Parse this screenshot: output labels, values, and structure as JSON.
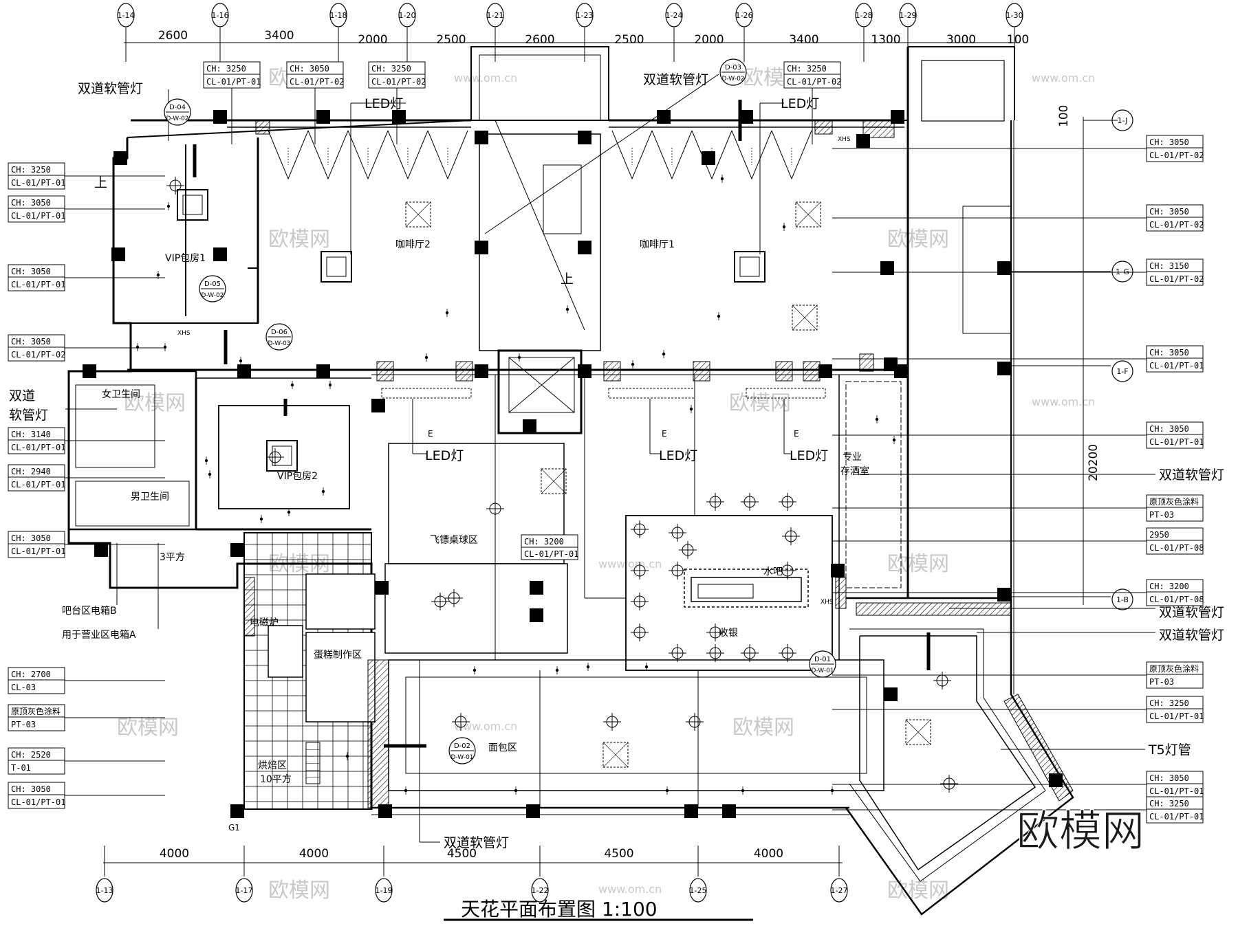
{
  "title": "天花平面布置图 1:100",
  "top_grid": [
    {
      "id": "1-14"
    },
    {
      "id": "1-16"
    },
    {
      "id": "1-18"
    },
    {
      "id": "1-20"
    },
    {
      "id": "1-21"
    },
    {
      "id": "1-23"
    },
    {
      "id": "1-24"
    },
    {
      "id": "1-26"
    },
    {
      "id": "1-28"
    },
    {
      "id": "1-29"
    },
    {
      "id": "1-30"
    }
  ],
  "top_dims": [
    "2600",
    "3400",
    "2000",
    "2500",
    "2600",
    "2500",
    "2000",
    "3400",
    "1300",
    "3000",
    "100"
  ],
  "bottom_grid": [
    {
      "id": "1-13"
    },
    {
      "id": "1-17"
    },
    {
      "id": "1-19"
    },
    {
      "id": "1-22"
    },
    {
      "id": "1-25"
    },
    {
      "id": "1-27"
    }
  ],
  "bottom_dims": [
    "4000",
    "4000",
    "4500",
    "4500",
    "4000"
  ],
  "right_grid": [
    {
      "id": "1-J"
    },
    {
      "id": "1-G"
    },
    {
      "id": "1-F"
    },
    {
      "id": "1-B"
    }
  ],
  "right_dims": [
    "100",
    "20200"
  ],
  "left_tags": [
    {
      "a": "CH: 3250",
      "b": "CL-01/PT-01"
    },
    {
      "a": "CH: 3050",
      "b": "CL-01/PT-01"
    },
    {
      "a": "CH: 3050",
      "b": "CL-01/PT-01"
    },
    {
      "a": "CH: 3050",
      "b": "CL-01/PT-02"
    },
    {
      "a": "CH: 3140",
      "b": "CL-01/PT-01"
    },
    {
      "a": "CH: 2940",
      "b": "CL-01/PT-01"
    },
    {
      "a": "CH: 3050",
      "b": "CL-01/PT-01"
    },
    {
      "a": "CH: 2700",
      "b": "CL-03"
    },
    {
      "a": "原顶灰色涂料",
      "b": "PT-03"
    },
    {
      "a": "CH: 2520",
      "b": "T-01"
    },
    {
      "a": "CH: 3050",
      "b": "CL-01/PT-01"
    }
  ],
  "top_tags": [
    {
      "a": "CH: 3250",
      "b": "CL-01/PT-01"
    },
    {
      "a": "CH: 3050",
      "b": "CL-01/PT-02"
    },
    {
      "a": "CH: 3250",
      "b": "CL-01/PT-02"
    },
    {
      "a": "CH: 3250",
      "b": "CL-01/PT-02"
    }
  ],
  "right_tags": [
    {
      "a": "CH: 3050",
      "b": "CL-01/PT-02"
    },
    {
      "a": "CH: 3050",
      "b": "CL-01/PT-02"
    },
    {
      "a": "CH: 3150",
      "b": "CL-01/PT-02"
    },
    {
      "a": "CH: 3050",
      "b": "CL-01/PT-01"
    },
    {
      "a": "CH: 3050",
      "b": "CL-01/PT-01"
    },
    {
      "a": "原顶灰色涂料",
      "b": "PT-03"
    },
    {
      "a": "2950",
      "b": "CL-01/PT-08"
    },
    {
      "a": "CH: 3200",
      "b": "CL-01/PT-08"
    },
    {
      "a": "原顶灰色涂料",
      "b": "PT-03"
    },
    {
      "a": "CH: 3250",
      "b": "CL-01/PT-01"
    },
    {
      "a": "CH: 3050",
      "b": "CL-01/PT-01"
    },
    {
      "a": "CH: 3250",
      "b": "CL-01/PT-01"
    }
  ],
  "mid_tag": {
    "a": "CH: 3200",
    "b": "CL-01/PT-01"
  },
  "callouts": {
    "flex_light": "双道软管灯",
    "flex_light_left_1": "双道",
    "flex_light_left_2": "软管灯",
    "led": "LED灯",
    "t5": "T5灯管"
  },
  "rooms": {
    "vip1": "VIP包房1",
    "vip2": "VIP包房2",
    "cafe2": "咖啡厅2",
    "cafe1": "咖啡厅1",
    "ladies": "女卫生间",
    "mens": "男卫生间",
    "frisbee": "飞镖桌球区",
    "bar": "水吧",
    "cashier": "收银",
    "wine1": "专业",
    "wine2": "存酒室",
    "cake": "蛋糕制作区",
    "oven": "电磁炉",
    "bake1": "烘焙区",
    "bake2": "10平方",
    "bread": "面包区",
    "up1": "上",
    "up2": "上",
    "sq": "3平方",
    "box_b": "吧台区电箱B",
    "box_a": "用于营业区电箱A",
    "xhs": "XHS",
    "g1": "G1",
    "e": "E"
  },
  "details": [
    {
      "a": "D-04",
      "b": "D-W-02"
    },
    {
      "a": "D-05",
      "b": "D-W-02"
    },
    {
      "a": "D-06",
      "b": "D-W-03"
    },
    {
      "a": "D-03",
      "b": "D-W-02"
    },
    {
      "a": "D-01",
      "b": "D-W-01"
    },
    {
      "a": "D-02",
      "b": "D-W-01"
    }
  ],
  "watermark": "欧模网",
  "watermark_url": "www.om.cn"
}
